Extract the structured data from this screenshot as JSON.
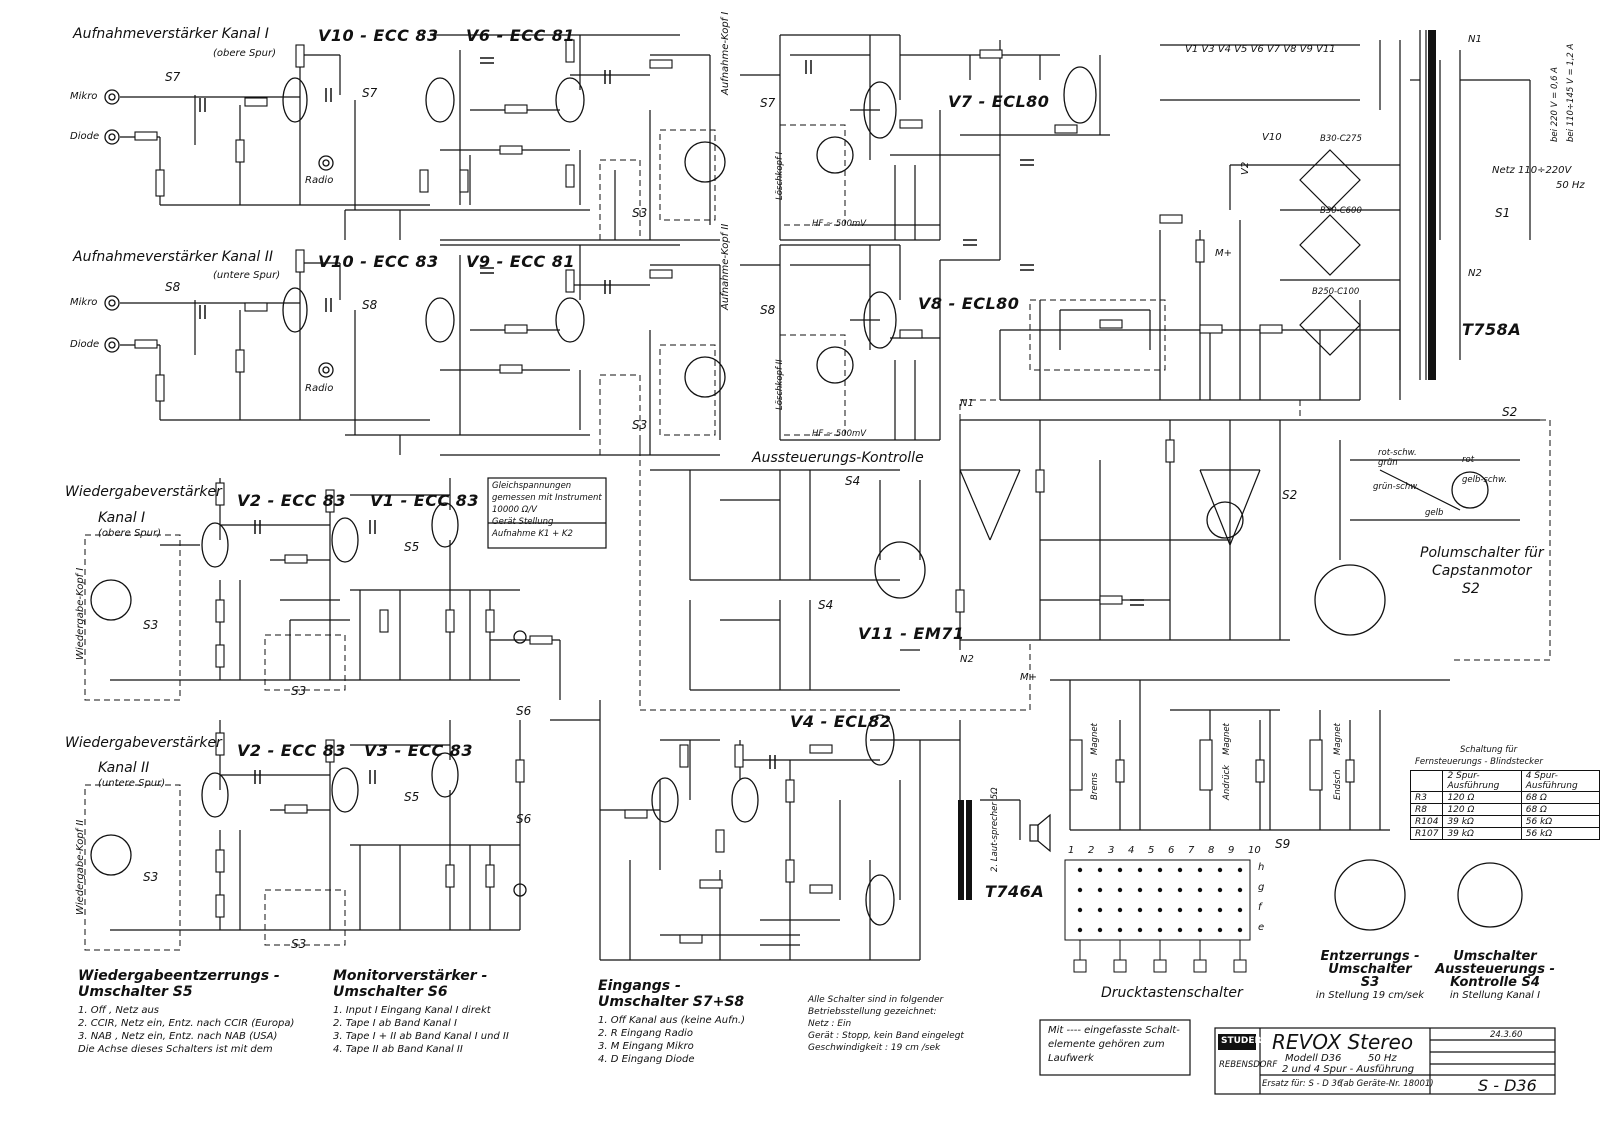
{
  "headings": {
    "rec1": "Aufnahmeverstärker Kanal I",
    "rec1_sub": "(obere Spur)",
    "rec2": "Aufnahmeverstärker Kanal II",
    "rec2_sub": "(untere Spur)",
    "play1": "Wiedergabeverstärker",
    "play1_k": "Kanal I",
    "play1_sub": "(obere Spur)",
    "play2": "Wiedergabeverstärker",
    "play2_k": "Kanal II",
    "play2_sub": "(untere Spur)",
    "level": "Aussteuerungs-Kontrolle",
    "polum": "Polumschalter für",
    "polum2": "Capstanmotor",
    "polum3": "S2",
    "drucktasten": "Drucktastenschalter",
    "fernst1": "Schaltung für",
    "fernst2": "Fernsteuerungs - Blindstecker"
  },
  "tubes": [
    {
      "id": "v10a",
      "label": "V10 - ECC 83"
    },
    {
      "id": "v6",
      "label": "V6 - ECC 81"
    },
    {
      "id": "v7",
      "label": "V7 - ECL80"
    },
    {
      "id": "v10b",
      "label": "V10 - ECC 83"
    },
    {
      "id": "v9",
      "label": "V9 - ECC 81"
    },
    {
      "id": "v8",
      "label": "V8 - ECL80"
    },
    {
      "id": "v2a",
      "label": "V2 - ECC 83"
    },
    {
      "id": "v1",
      "label": "V1 - ECC 83"
    },
    {
      "id": "v11",
      "label": "V11 - EM71"
    },
    {
      "id": "v2b",
      "label": "V2 - ECC 83"
    },
    {
      "id": "v3",
      "label": "V3 - ECC 83"
    },
    {
      "id": "v4",
      "label": "V4 - ECL82"
    }
  ],
  "inputs": {
    "mikro": "Mikro",
    "diode": "Diode",
    "radio": "Radio"
  },
  "switch_labels": {
    "s7": "S7",
    "s8": "S8",
    "s3": "S3",
    "s5": "S5",
    "s4": "S4",
    "s6": "S6",
    "s1": "S1",
    "s2": "S2",
    "s9": "S9"
  },
  "heads": {
    "rec1": "Aufnahme-Kopf I",
    "rec2": "Aufnahme-Kopf II",
    "erase1": "Löschkopf I",
    "erase2": "Löschkopf II",
    "play1": "Wiedergabe-Kopf I",
    "play2": "Wiedergabe-Kopf II",
    "hf": "HF ~ 500mV"
  },
  "power": {
    "tube_row": "V1 V3 V4 V5 V6 V7 V8 V9 V11",
    "transformer": "T758A",
    "out_transformer": "T746A",
    "netz": "Netz 110÷220V",
    "hz": "50 Hz",
    "v10": "V10",
    "v2": "V2",
    "b30c275": "B30-C275",
    "b30c600": "B30-C600",
    "b250c100": "B250-C100",
    "fuse_note1": "bei 220 V = 0,6 A",
    "fuse_note2": "bei 110÷145 V = 1,2 A",
    "speaker": "2. Laut-sprecher 5Ω",
    "n1": "N1",
    "n2": "N2",
    "mplus": "M+"
  },
  "measure_box": [
    "Gleichspannungen",
    "gemessen mit Instrument",
    "10000 Ω/V",
    "Gerät Stellung",
    "Aufnahme K1 + K2"
  ],
  "legend_s5": {
    "title1": "Wiedergabeentzerrungs -",
    "title2": "Umschalter S5",
    "rows": [
      "1. Off , Netz aus",
      "2. CCIR, Netz ein, Entz. nach CCIR (Europa)",
      "3. NAB , Netz ein, Entz. nach NAB (USA)",
      "Die Achse dieses Schalters ist mit dem"
    ]
  },
  "legend_s6": {
    "title1": "Monitorverstärker -",
    "title2": "Umschalter S6",
    "rows": [
      "1. Input I    Eingang Kanal I direkt",
      "2. Tape I     ab Band Kanal I",
      "3. Tape I + II  ab Band Kanal I und II",
      "4. Tape II    ab Band Kanal II"
    ]
  },
  "legend_s7": {
    "title1": "Eingangs -",
    "title2": "Umschalter S7+S8",
    "rows": [
      "1. Off   Kanal aus (keine Aufn.)",
      "2. R     Eingang Radio",
      "3. M     Eingang Mikro",
      "4. D     Eingang Diode"
    ]
  },
  "legend_state": {
    "rows": [
      "Alle Schalter sind in folgender",
      "Betriebsstellung gezeichnet:",
      "Netz  :  Ein",
      "Gerät  :  Stopp, kein Band eingelegt",
      "Geschwindigkeit :  19 cm /sek"
    ]
  },
  "legend_frame": {
    "rows": [
      "Mit ---- eingefasste Schalt-",
      "elemente gehören zum",
      "Laufwerk"
    ]
  },
  "s3_caption": {
    "t1": "Entzerrungs -",
    "t2": "Umschalter",
    "t3": "S3",
    "t4": "in Stellung 19 cm/sek"
  },
  "s4_caption": {
    "t1": "Umschalter",
    "t2": "Aussteuerungs -",
    "t3": "Kontrolle  S4",
    "t4": "in Stellung Kanal I"
  },
  "title_block": {
    "brand": "STUDER",
    "company": "REBENSDORF",
    "model_title": "REVOX  Stereo",
    "model": "Modell D36",
    "freq": "50 Hz",
    "variant": "2 und 4 Spur - Ausführung",
    "ersatz": "Ersatz für:  S - D 36",
    "range": "(ab Geräte-Nr. 18001)",
    "drawing_no": "S - D36",
    "date": "24.3.60"
  },
  "spur_table": {
    "head": [
      "",
      "2 Spur-Ausführung",
      "4 Spur-Ausführung"
    ],
    "rows": [
      [
        "R3",
        "120 Ω",
        "68 Ω"
      ],
      [
        "R8",
        "120 Ω",
        "68 Ω"
      ],
      [
        "R104",
        "39 kΩ",
        "56 kΩ"
      ],
      [
        "R107",
        "39 kΩ",
        "56 kΩ"
      ]
    ]
  },
  "motor_labels": {
    "brems": "Brems",
    "andruck": "Andrück",
    "endsch": "Endsch",
    "magnet": "Magnet",
    "rot_schw": "rot-schw.",
    "rot": "rot",
    "gruen": "grün",
    "gruen_schw": "grün-schw.",
    "gelb": "gelb",
    "gelb_schw": "gelb-schw."
  },
  "push_numbers": [
    "1",
    "2",
    "3",
    "4",
    "5",
    "6",
    "7",
    "8",
    "9",
    "10"
  ],
  "push_rows": [
    "h",
    "g",
    "f",
    "e"
  ]
}
